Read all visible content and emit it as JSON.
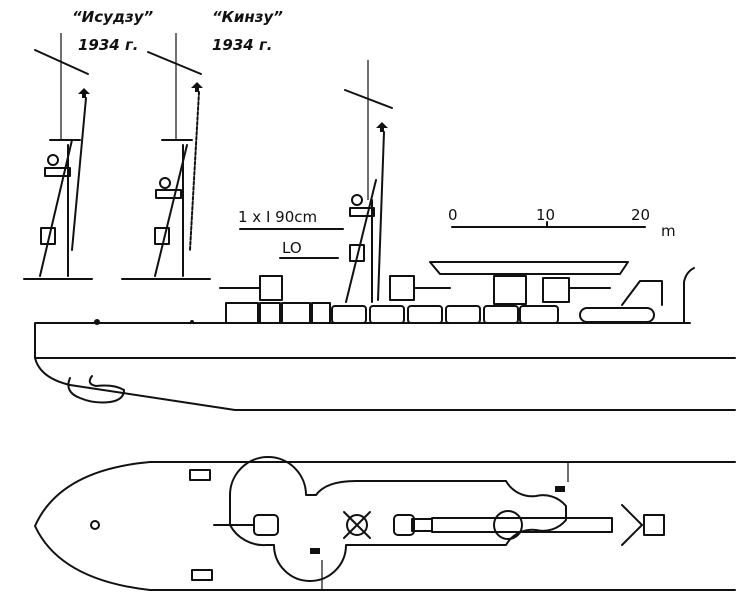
{
  "labels": {
    "ship1_name": "“Исудзу”",
    "ship1_year": "1934 г.",
    "ship2_name": "“Кинзу”",
    "ship2_year": "1934 г.",
    "searchlight_note": "1 x I 90cm",
    "searchlight_sub": "LO"
  },
  "scale_bar": {
    "ticks": [
      "0",
      "10",
      "20"
    ],
    "unit": "m"
  }
}
